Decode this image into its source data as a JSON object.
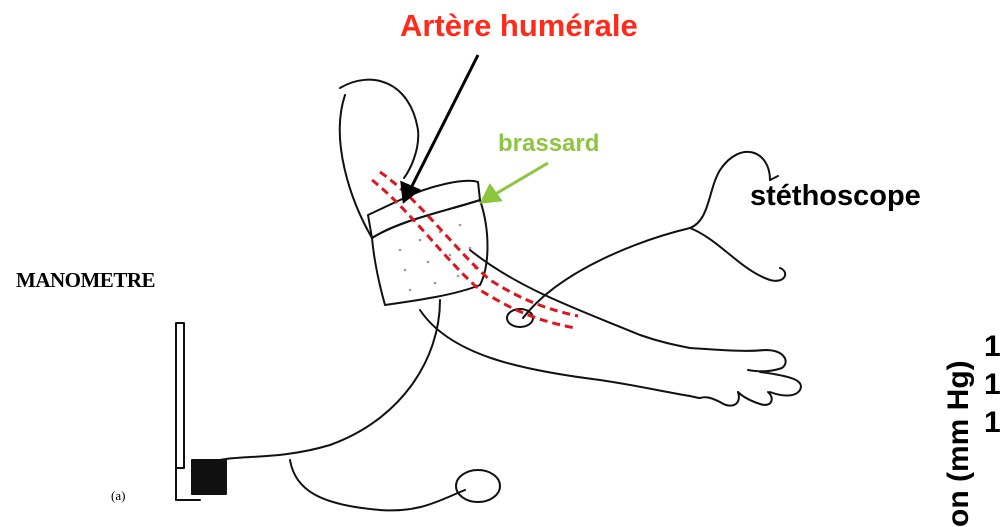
{
  "labels": {
    "artery": "Artère humérale",
    "cuff": "brassard",
    "stethoscope": "stéthoscope",
    "manometer": "MANOMETRE",
    "figure_tag": "(a)"
  },
  "clipped_axis": {
    "label": "on (mm Hg)",
    "ticks": [
      "1",
      "1",
      "1"
    ]
  },
  "colors": {
    "artery_text": "#ff2a1a",
    "cuff_text": "#8cc63f",
    "artery_line": "#e0141c",
    "drawing": "#111111"
  }
}
